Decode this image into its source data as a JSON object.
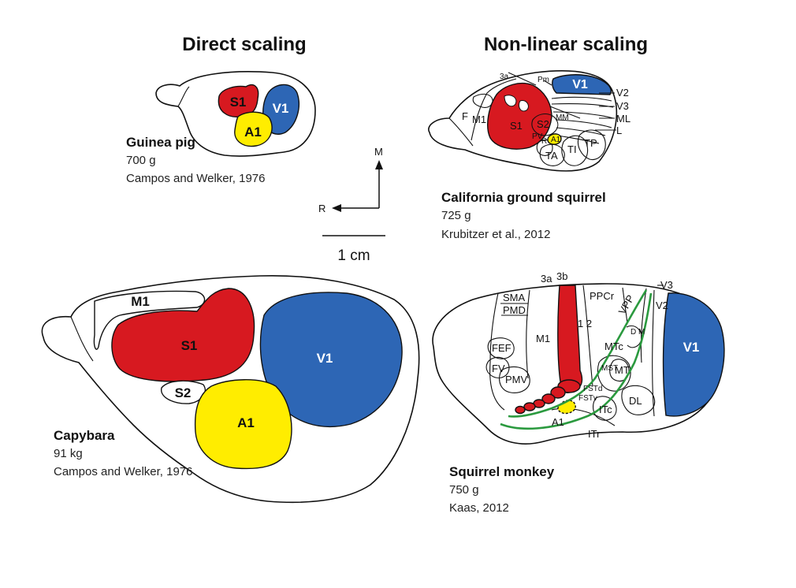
{
  "titles": {
    "left": "Direct scaling",
    "right": "Non-linear scaling"
  },
  "colors": {
    "s1": "#d71920",
    "v1": "#2d66b5",
    "a1": "#ffed00",
    "boundary": "#2b9a3f"
  },
  "guinea_pig": {
    "name": "Guinea pig",
    "mass": "700 g",
    "source": "Campos and Welker, 1976",
    "areas": {
      "s1": "S1",
      "v1": "V1",
      "a1": "A1"
    }
  },
  "squirrel": {
    "name": "California ground squirrel",
    "mass": "725 g",
    "source": "Krubitzer et al., 2012",
    "areas": {
      "v1": "V1",
      "v2": "V2",
      "v3": "V3",
      "ml": "ML",
      "l": "L",
      "a3a": "3a",
      "pm": "Pm",
      "m1": "M1",
      "f": "F",
      "s1": "S1",
      "s2": "S2",
      "mm": "MM",
      "pv": "PV",
      "r": "R",
      "a1": "A1",
      "ta": "TA",
      "ti": "TI",
      "tp": "TP"
    }
  },
  "capybara": {
    "name": "Capybara",
    "mass": "91 kg",
    "source": "Campos and Welker, 1976",
    "areas": {
      "m1": "M1",
      "s1": "S1",
      "v1": "V1",
      "s2": "S2",
      "a1": "A1"
    }
  },
  "monkey": {
    "name": "Squirrel monkey",
    "mass": "750 g",
    "source": "Kaas, 2012",
    "areas": {
      "a3a": "3a",
      "a3b": "3b",
      "sma": "SMA",
      "pmd": "PMD",
      "m1": "M1",
      "fef": "FEF",
      "fv": "FV",
      "pmv": "PMV",
      "a12": "1 2",
      "ppcr": "PPCr",
      "vpp": "VPP",
      "dm": "D M",
      "v3": "V3",
      "v2": "V2",
      "v1": "V1",
      "mtc": "MTc",
      "mst": "MST",
      "mt": "MT",
      "fstd": "FSTd",
      "fstv": "FSTv",
      "a1": "A1",
      "itc": "ITc",
      "itr": "ITr",
      "dl": "DL"
    }
  },
  "orientation": {
    "m": "M",
    "r": "R"
  },
  "scale": {
    "label": "1 cm"
  }
}
